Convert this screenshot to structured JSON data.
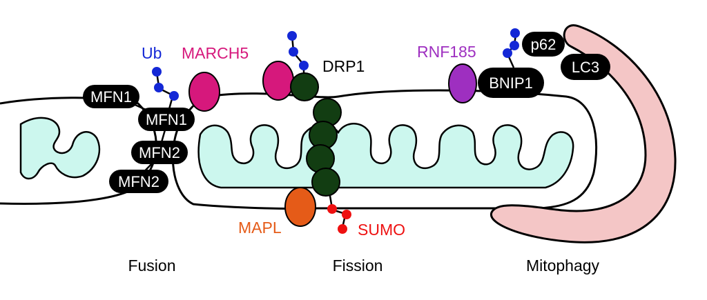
{
  "colors": {
    "background": "#ffffff",
    "outline": "#000000",
    "cristae": "#ccf7ee",
    "phagophore": "#f4c6c6",
    "ubiquitin": "#1428d6",
    "march5": "#d6187c",
    "rnf185": "#9e2fc0",
    "drp1": "#123d12",
    "mapl": "#e55b18",
    "sumo": "#ee1111",
    "pill": "#000000",
    "pill_text": "#ffffff"
  },
  "proteins": {
    "mfn1_outer": "MFN1",
    "mfn1_inner": "MFN1",
    "mfn2_upper": "MFN2",
    "mfn2_lower": "MFN2",
    "ub": "Ub",
    "march5": "MARCH5",
    "drp1": "DRP1",
    "rnf185": "RNF185",
    "p62": "p62",
    "bnip1": "BNIP1",
    "lc3": "LC3",
    "mapl": "MAPL",
    "sumo": "SUMO"
  },
  "captions": {
    "fusion": "Fusion",
    "fission": "Fission",
    "mitophagy": "Mitophagy"
  }
}
